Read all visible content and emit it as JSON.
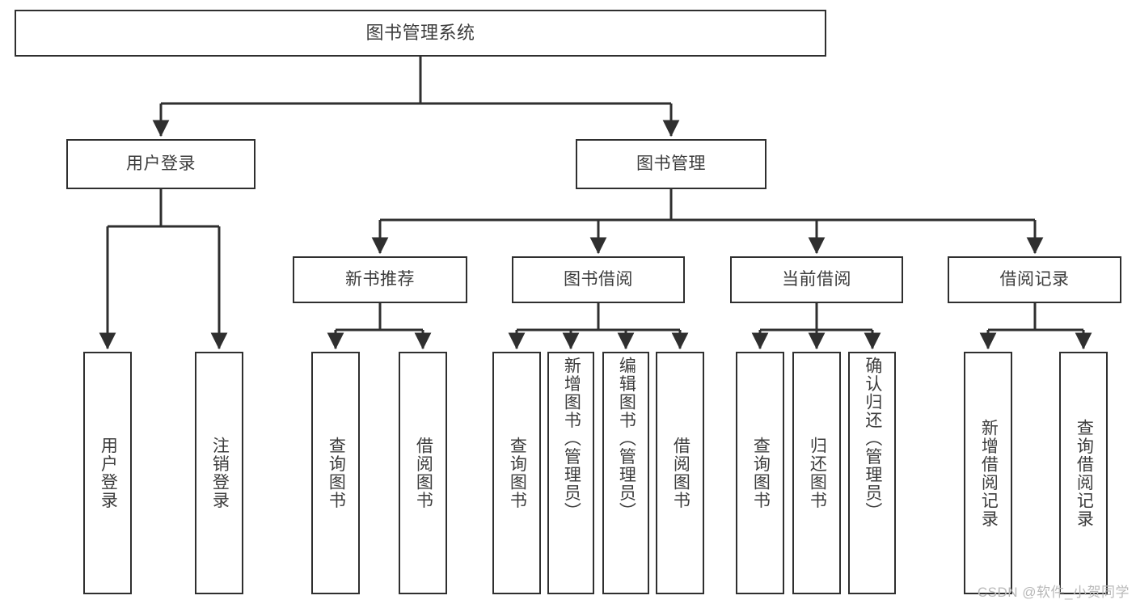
{
  "diagram": {
    "title": "图书管理系统",
    "type": "tree-hierarchy",
    "orientation": "top-down",
    "colors": {
      "background": "#ffffff",
      "node_border": "#2f2f2f",
      "node_fill": "#ffffff",
      "text": "#3c3c3c",
      "edge": "#2f2f2f",
      "watermark": "#b9b9b9"
    }
  },
  "watermark": {
    "text": "CSDN @软件_小贺同学"
  },
  "nodes": {
    "root": {
      "label": "图书管理系统"
    },
    "level2": [
      {
        "id": "user-login",
        "label": "用户登录"
      },
      {
        "id": "book-manage",
        "label": "图书管理"
      }
    ],
    "level3": [
      {
        "id": "new-book-recommend",
        "label": "新书推荐"
      },
      {
        "id": "book-borrow",
        "label": "图书借阅"
      },
      {
        "id": "current-borrow",
        "label": "当前借阅"
      },
      {
        "id": "borrow-record",
        "label": "借阅记录"
      }
    ],
    "leaves": {
      "user_login": [
        {
          "id": "leaf-user-login",
          "label": "用户登录"
        },
        {
          "id": "leaf-logout-login",
          "label": "注销登录"
        }
      ],
      "new_book_recommend": [
        {
          "id": "leaf-query-book-1",
          "label": "查询图书"
        },
        {
          "id": "leaf-borrow-book-1",
          "label": "借阅图书"
        }
      ],
      "book_borrow": [
        {
          "id": "leaf-query-book-2",
          "label": "查询图书"
        },
        {
          "id": "leaf-add-book",
          "label": "新增图书（管理员）"
        },
        {
          "id": "leaf-edit-book",
          "label": "编辑图书（管理员）"
        },
        {
          "id": "leaf-borrow-book-2",
          "label": "借阅图书"
        }
      ],
      "current_borrow": [
        {
          "id": "leaf-query-book-3",
          "label": "查询图书"
        },
        {
          "id": "leaf-return-book",
          "label": "归还图书"
        },
        {
          "id": "leaf-confirm-return",
          "label": "确认归还（管理员）"
        }
      ],
      "borrow_record": [
        {
          "id": "leaf-add-record",
          "label": "新增借阅记录"
        },
        {
          "id": "leaf-query-record",
          "label": "查询借阅记录"
        }
      ]
    }
  }
}
